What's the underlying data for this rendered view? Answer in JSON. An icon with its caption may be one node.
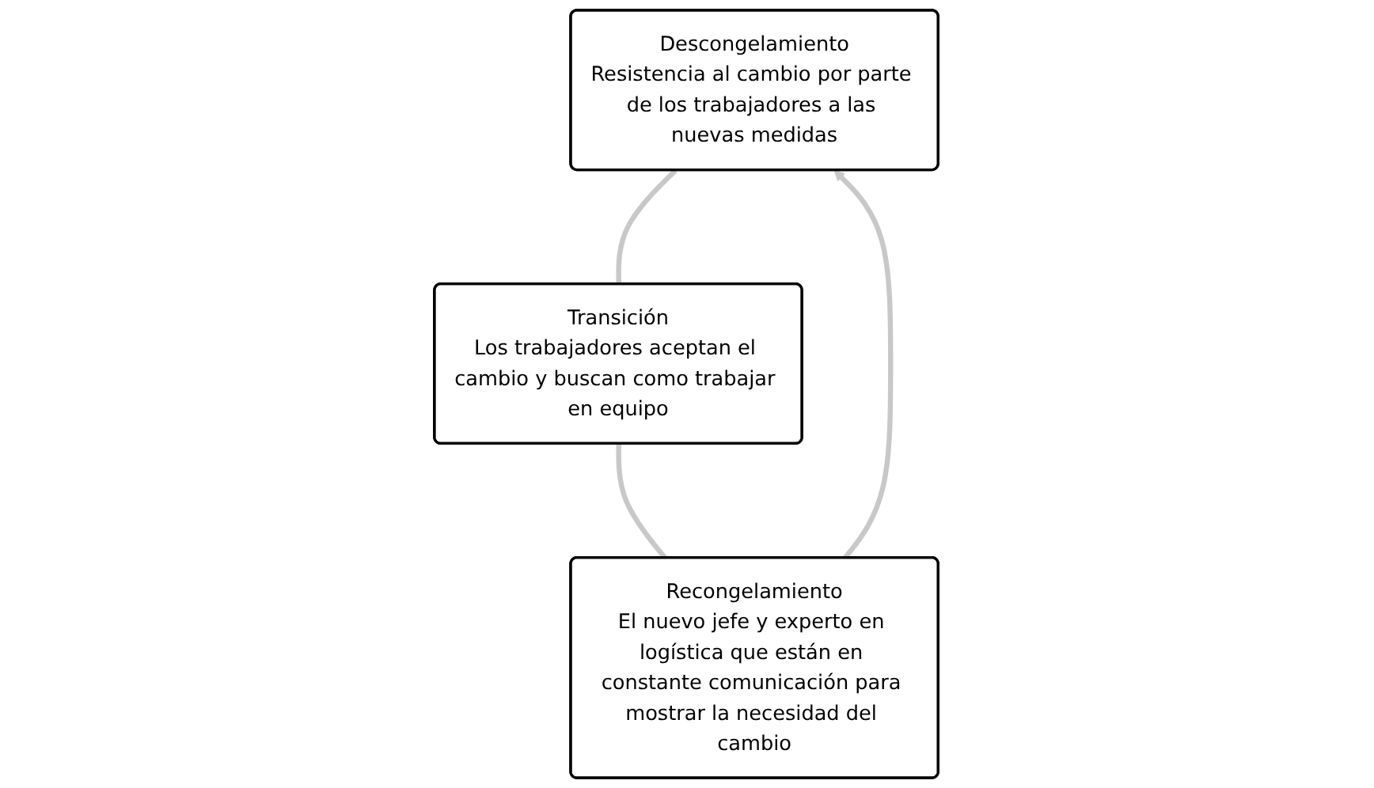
{
  "diagram": {
    "nodes": [
      {
        "text": [
          "Descongelamiento",
          "Resistencia al cambio por parte de los trabajadores a las nuevas medidas"
        ]
      },
      {
        "text": [
          "Recongelamiento",
          "El nuevo jefe y experto en logística que están en constante comunicación para mostrar la necesidad del cambio"
        ]
      },
      {
        "text": [
          "Transición",
          "Los trabajadores aceptan el cambio y buscan como trabajar en equipo"
        ]
      }
    ],
    "edges": [
      {
        "from": 0,
        "to": 2,
        "arrow": "none"
      },
      {
        "from": 2,
        "to": 1,
        "arrow": "none"
      },
      {
        "from": 1,
        "to": 0,
        "arrow": "to"
      }
    ]
  }
}
